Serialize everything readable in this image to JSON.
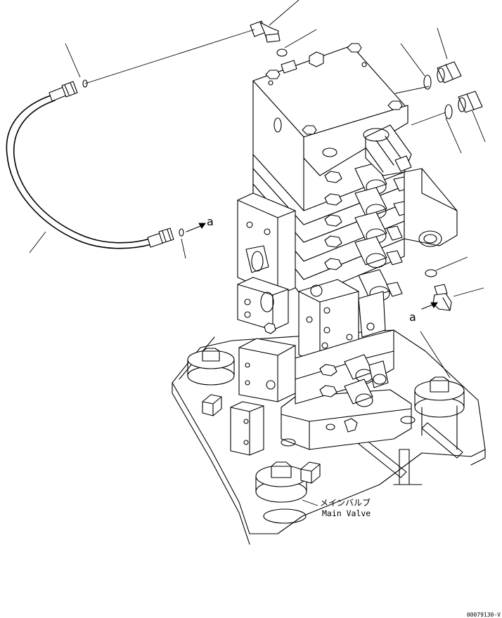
{
  "callouts": {
    "port_marker_left": "a",
    "port_marker_right": "a"
  },
  "component": {
    "name_jp": "メインバルブ",
    "name_en": "Main Valve"
  },
  "drawing_id": "00079130-V"
}
